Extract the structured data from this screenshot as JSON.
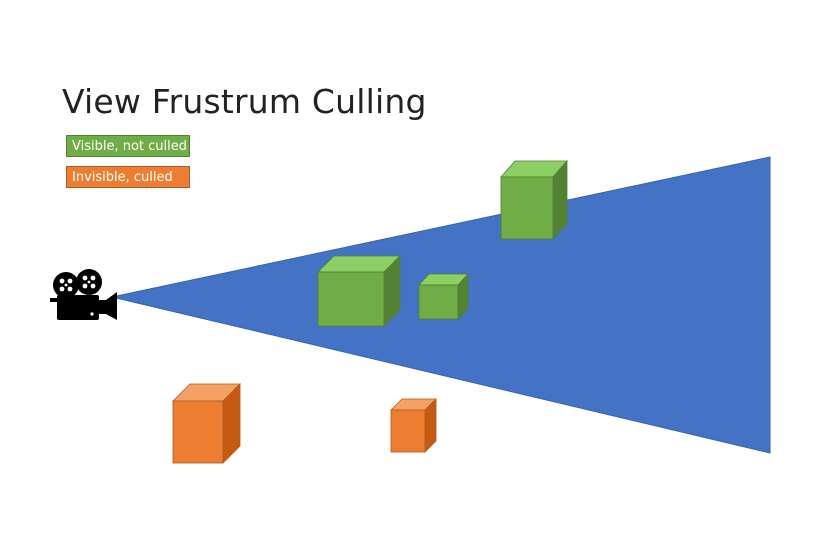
{
  "title": "View Frustrum Culling",
  "legend": {
    "visible": {
      "label": "Visible, not culled",
      "color": "#70ad47"
    },
    "invisible": {
      "label": "Invisible, culled",
      "color": "#ed7d31"
    }
  },
  "colors": {
    "frustum": "#4472c4",
    "visible_front": "#70ad47",
    "visible_top": "#8ccf64",
    "visible_side": "#548235",
    "culled_front": "#ed7d31",
    "culled_top": "#f4a164",
    "culled_side": "#c55a11",
    "camera": "#000000"
  },
  "icons": {
    "camera": "movie-camera-icon"
  }
}
